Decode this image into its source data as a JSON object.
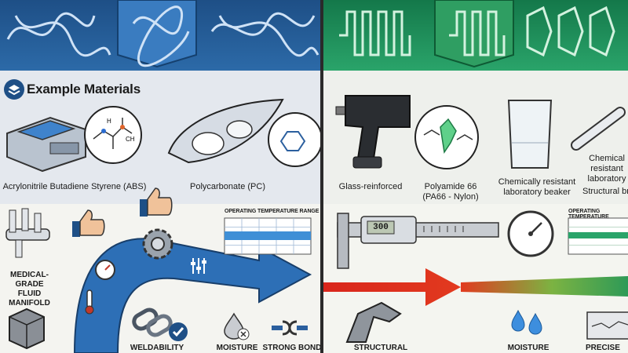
{
  "left": {
    "heading": "Example Materials",
    "materials": [
      "Acrylonitrile Butadiene Styrene (ABS)",
      "Polycarbonate (PC)"
    ],
    "manifold_label": "MEDICAL-GRADE\nFLUID MANIFOLD",
    "temp_title": "OPERATING TEMPERATURE RANGE",
    "temp_level": 0.5,
    "bottom_labels": [
      "WELDABILITY",
      "MOISTURE",
      "STRONG BOND"
    ]
  },
  "right": {
    "materials": [
      "Glass-reinforced",
      "Polyamide 66\n(PA66 - Nylon)",
      "Chemically resistant\nlaboratory beaker",
      "Chemical\nresistant\nlaboratory",
      "Structural br"
    ],
    "caliper_reading": "300",
    "temp_title": "OPERATING TEMPERATURE",
    "bottom_labels": [
      "STRUCTURAL BRACKET",
      "MOISTURE",
      "PRECISE WE"
    ]
  },
  "colors": {
    "left_banner": "#1e4f86",
    "right_banner": "#14784a",
    "left_temp_band": "#3f8fd6",
    "right_temp_band": "#2aa46a"
  },
  "icons": [
    "layers-icon",
    "thumbs-up-icon",
    "gear-icon",
    "gauge-icon",
    "thermometer-icon",
    "chain-link-icon",
    "check-icon",
    "water-drop-icon",
    "magnet-icon",
    "arrow-icon"
  ]
}
